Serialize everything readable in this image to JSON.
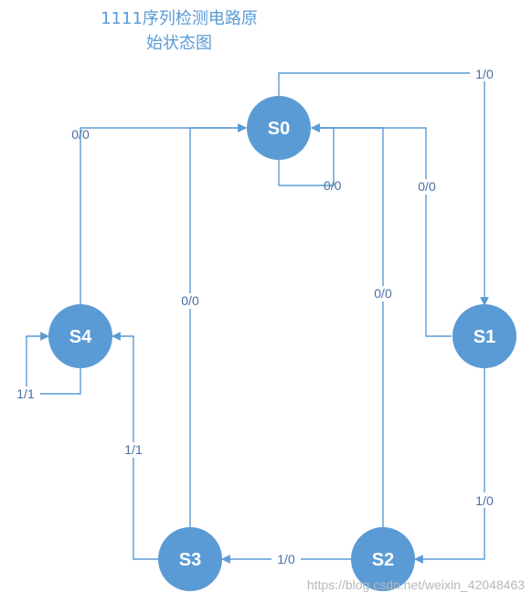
{
  "title": {
    "line1": "1111序列检测电路原",
    "line2": "始状态图"
  },
  "states": {
    "s0": "S0",
    "s1": "S1",
    "s2": "S2",
    "s3": "S3",
    "s4": "S4"
  },
  "transitions": {
    "s0_to_s1": "1/0",
    "s0_self": "0/0",
    "s1_to_s0": "0/0",
    "s1_to_s2": "1/0",
    "s2_to_s0": "0/0",
    "s2_to_s3": "1/0",
    "s3_to_s0": "0/0",
    "s3_to_s4": "1/1",
    "s4_to_s0": "0/0",
    "s4_self": "1/1"
  },
  "watermark": "https://blog.csdn.net/weixin_42048463",
  "colors": {
    "node": "#5b9bd5",
    "edge": "#5b9bd5",
    "title": "#5b9bd5"
  }
}
